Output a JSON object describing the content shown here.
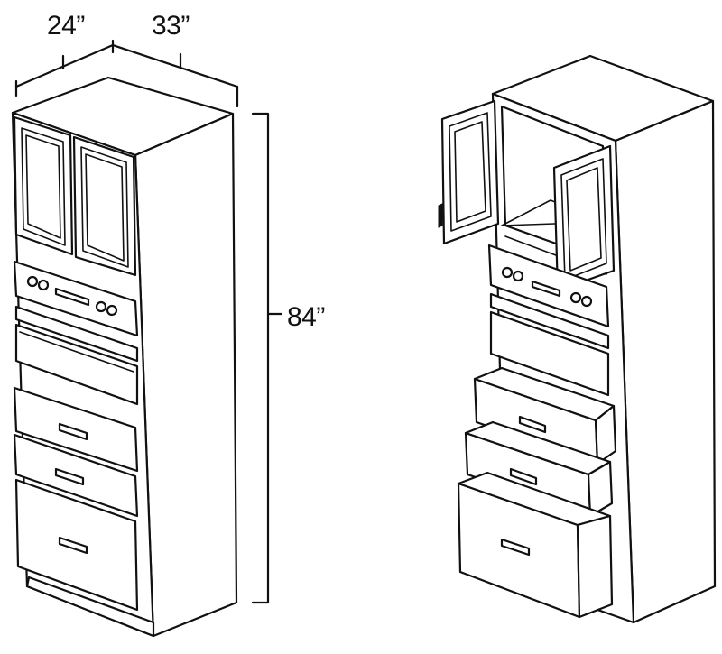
{
  "dimensions": {
    "depth": "24”",
    "width": "33”",
    "height": "84”"
  }
}
